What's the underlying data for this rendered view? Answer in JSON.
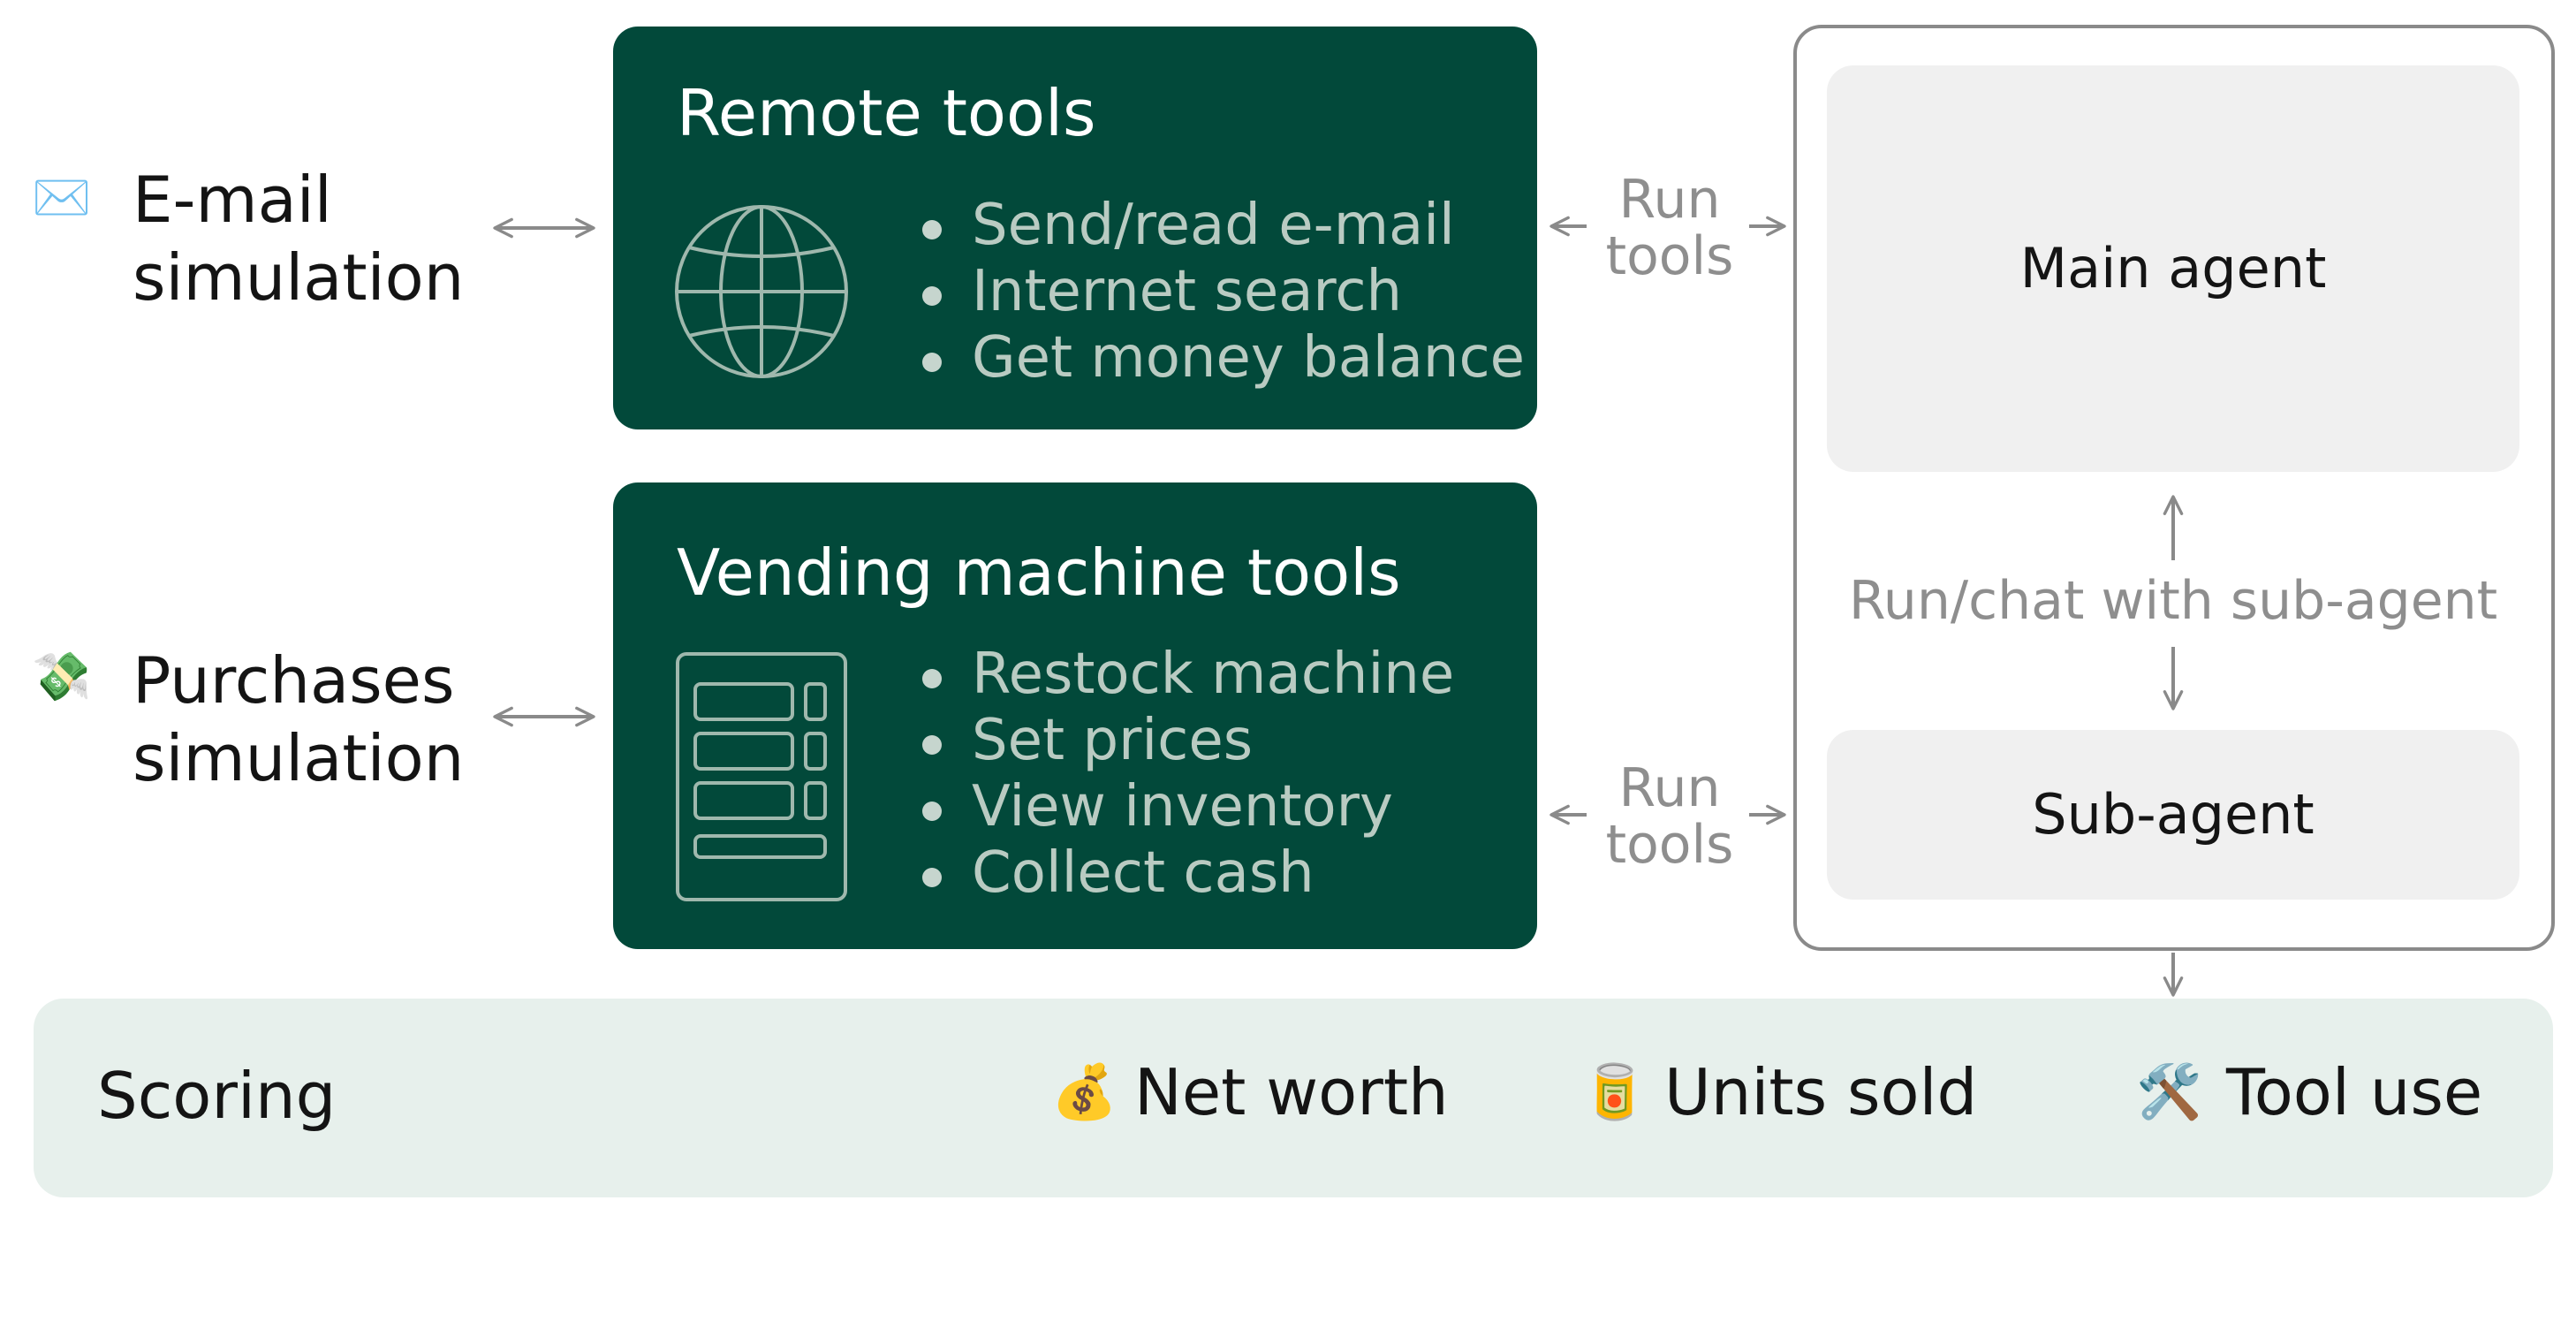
{
  "simulations": [
    {
      "icon": "✉️",
      "icon_name": "envelope-icon",
      "line1": "E-mail",
      "line2": "simulation"
    },
    {
      "icon": "💸",
      "icon_name": "money-with-wings-icon",
      "line1": "Purchases",
      "line2": "simulation"
    }
  ],
  "remote_tools": {
    "title": "Remote tools",
    "icon_name": "globe-icon",
    "items": [
      "Send/read e-mail",
      "Internet search",
      "Get money balance"
    ]
  },
  "vending_tools": {
    "title": "Vending machine tools",
    "icon_name": "vending-machine-icon",
    "items": [
      "Restock machine",
      "Set prices",
      "View inventory",
      "Collect cash"
    ]
  },
  "run_tools": {
    "line1": "Run",
    "line2": "tools"
  },
  "agents": {
    "main": "Main agent",
    "sub": "Sub-agent",
    "link_label": "Run/chat with sub-agent"
  },
  "scoring": {
    "label": "Scoring",
    "metrics": [
      {
        "icon": "💰",
        "icon_name": "money-bag-icon",
        "label": "Net worth"
      },
      {
        "icon": "🥫",
        "icon_name": "canned-food-icon",
        "label": "Units sold"
      },
      {
        "icon": "🛠️",
        "icon_name": "hammer-and-wrench-icon",
        "label": "Tool use"
      }
    ]
  },
  "colors": {
    "panel_green": "#02493a",
    "panel_text": "#ffffff",
    "bullet_text": "#b9cbc2",
    "agent_box": "#f0f0f0",
    "frame_border": "#8a8a8a",
    "scoring_bg": "#e7f0ec",
    "arrow": "#8a8a8a"
  }
}
